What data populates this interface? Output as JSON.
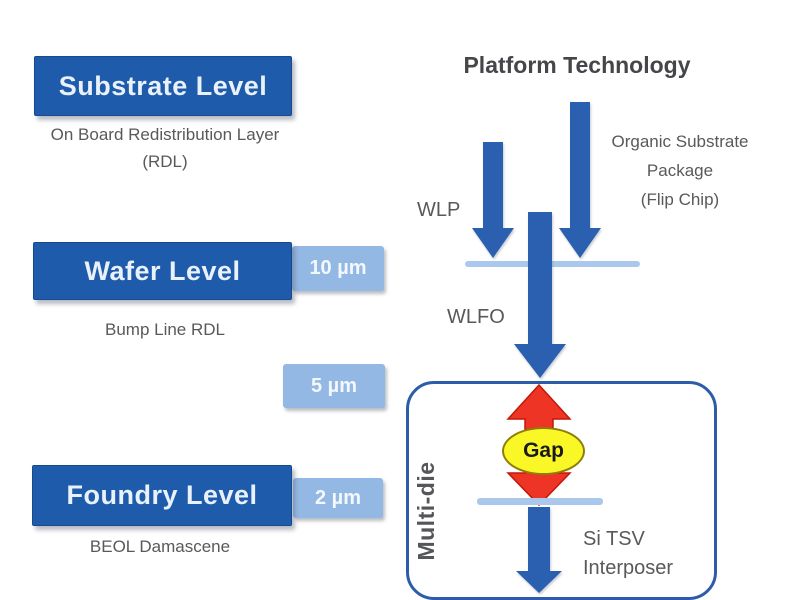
{
  "colors": {
    "level_box_blue": "#1e5bab",
    "badge_light_blue": "#93b8e4",
    "arrow_blue": "#2a60af",
    "thin_line_blue": "#aac8ec",
    "multidie_border_blue": "#2d5ca8",
    "gap_red": "#ee3424",
    "gap_yellow": "#f9f826",
    "text_gray": "#58595b",
    "background": "#ffffff"
  },
  "left_column": {
    "levels": [
      {
        "label": "Substrate Level",
        "caption_lines": [
          "On Board Redistribution Layer",
          "(RDL)"
        ],
        "badge": ""
      },
      {
        "label": "Wafer Level",
        "caption_lines": [
          "Bump Line RDL"
        ],
        "badge": "10 µm"
      },
      {
        "label": "Foundry Level",
        "caption_lines": [
          "BEOL Damascene"
        ],
        "badge": "2 µm"
      }
    ],
    "standalone_badge": "5 µm"
  },
  "right_column": {
    "title": "Platform Technology",
    "wlp_label": "WLP",
    "organic_lines": [
      "Organic Substrate",
      "Package",
      "(Flip Chip)"
    ],
    "wlfo_label": "WLFO",
    "multi_die_label": "Multi-die",
    "gap_label": "Gap",
    "si_lines": [
      "Si TSV",
      "Interposer"
    ],
    "icons": {
      "wlp_arrow": "down-arrow",
      "organic_arrow": "down-arrow",
      "wlfo_arrow": "down-arrow",
      "gap_arrow": "vertical-double-arrow",
      "interposer_arrow": "down-arrow"
    }
  }
}
